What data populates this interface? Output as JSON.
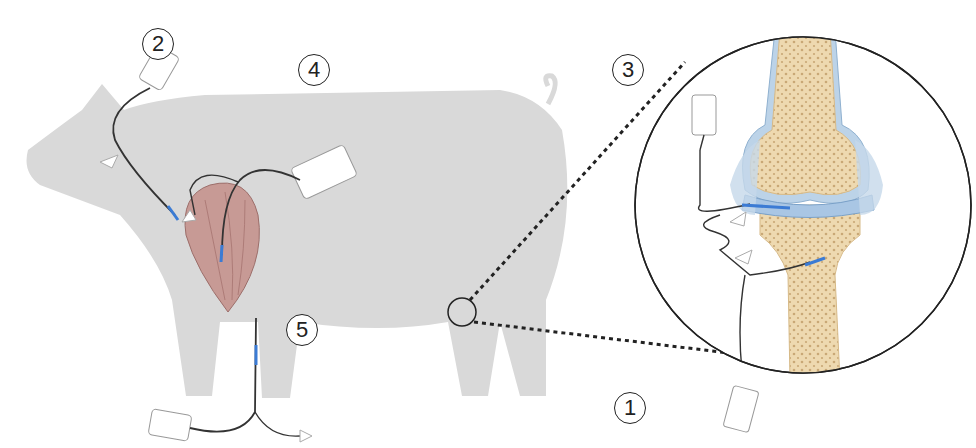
{
  "diagram": {
    "labels": [
      "2",
      "4",
      "3",
      "5",
      "1"
    ]
  }
}
